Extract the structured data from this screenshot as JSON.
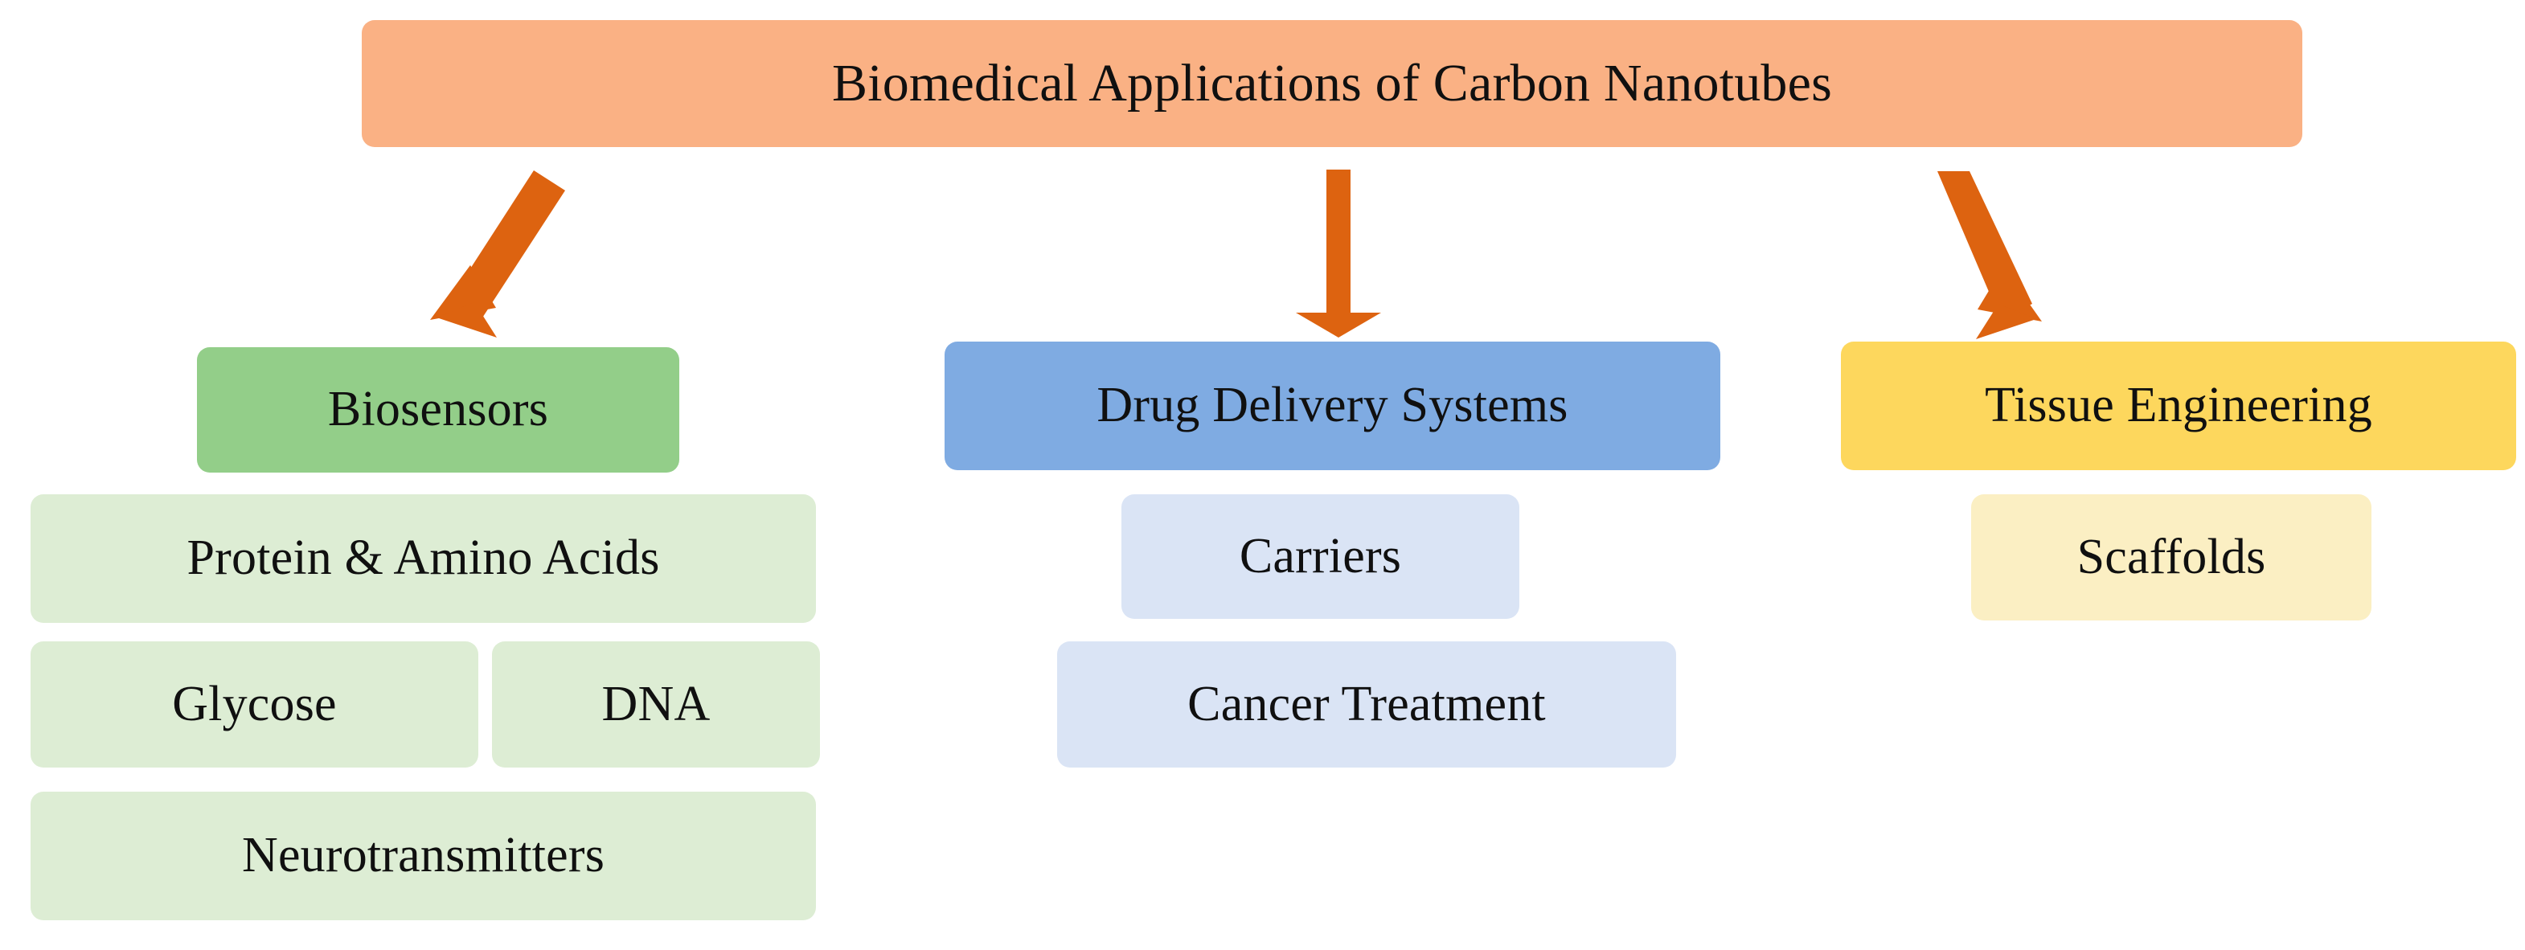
{
  "diagram": {
    "title": "Biomedical Applications of Carbon Nanotubes",
    "background_color": "#FFFFFF",
    "root": {
      "label": "Biomedical Applications of Carbon Nanotubes",
      "color": "#FAB184"
    },
    "arrow_color": "#DD6310",
    "branches": [
      {
        "label": "Biosensors",
        "color": "#93CE89",
        "child_color": "#DDEDD4",
        "arrow": "down-left-arrow",
        "children": [
          {
            "label": "Protein & Amino Acids"
          },
          {
            "label": "Glycose"
          },
          {
            "label": "DNA"
          },
          {
            "label": "Neurotransmitters"
          }
        ]
      },
      {
        "label": "Drug Delivery Systems",
        "color": "#7FABE2",
        "child_color": "#DAE4F5",
        "arrow": "down-arrow",
        "children": [
          {
            "label": "Carriers"
          },
          {
            "label": "Cancer Treatment"
          }
        ]
      },
      {
        "label": "Tissue Engineering",
        "color": "#FDD75D",
        "child_color": "#FBEFC3",
        "arrow": "down-right-arrow",
        "children": [
          {
            "label": "Scaffolds"
          }
        ]
      }
    ]
  }
}
